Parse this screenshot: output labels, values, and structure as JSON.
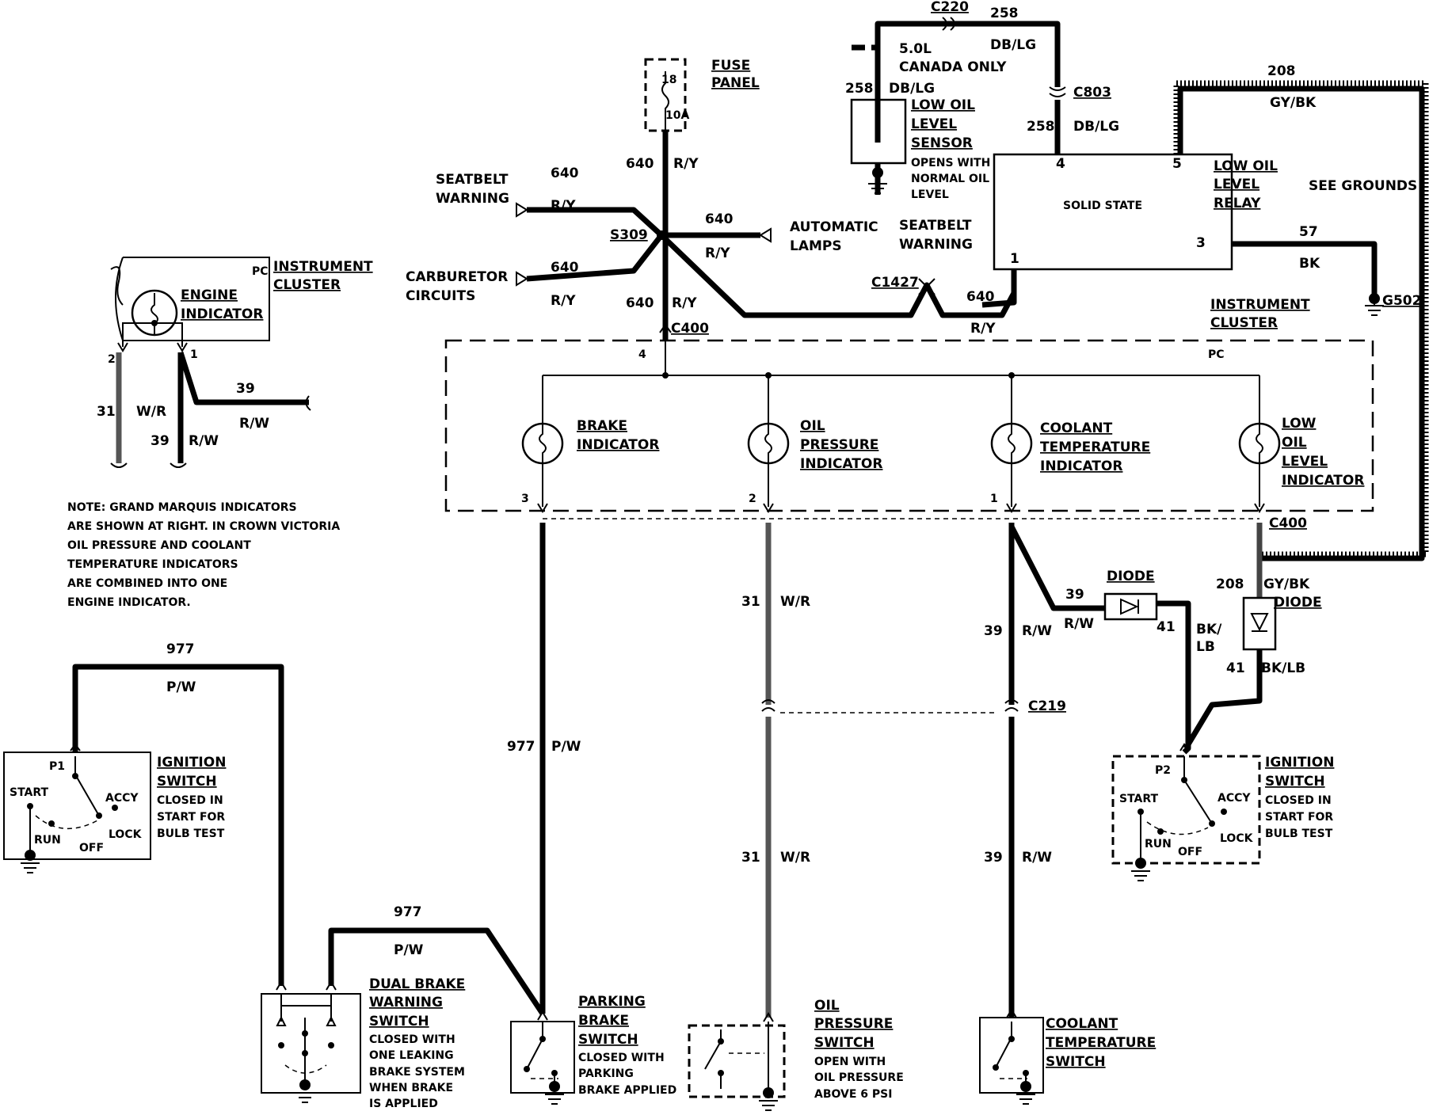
{
  "labels": {
    "c220": "C220",
    "w258_top": "258",
    "dblg_top": "DB/LG",
    "canada_1": "5.0L",
    "canada_2": "CANADA ONLY",
    "w258_sensor": "258",
    "dblg_sensor": "DB/LG",
    "sensor_1": "LOW OIL",
    "sensor_2": "LEVEL",
    "sensor_3": "SENSOR",
    "sensor_note_1": "OPENS WITH",
    "sensor_note_2": "NORMAL OIL",
    "sensor_note_3": "LEVEL",
    "c803": "C803",
    "w258_relay": "258",
    "dblg_relay": "DB/LG",
    "w208_top": "208",
    "gybk_top": "GY/BK",
    "fuse_18": "18",
    "fuse_10a": "10A",
    "fuse_panel_1": "FUSE",
    "fuse_panel_2": "PANEL",
    "seatbelt_left_1": "SEATBELT",
    "seatbelt_left_2": "WARNING",
    "w640_sb": "640",
    "ry_sb": "R/Y",
    "w640_up": "640",
    "ry_up": "R/Y",
    "s309": "S309",
    "w640_auto": "640",
    "ry_auto": "R/Y",
    "auto_lamps_1": "AUTOMATIC",
    "auto_lamps_2": "LAMPS",
    "seatbelt_right_1": "SEATBELT",
    "seatbelt_right_2": "WARNING",
    "carb_1": "CARBURETOR",
    "carb_2": "CIRCUITS",
    "w640_carb": "640",
    "ry_carb": "R/Y",
    "w640_down": "640",
    "ry_down": "R/Y",
    "c400_top": "C400",
    "c1427": "C1427",
    "w640_relay": "640",
    "ry_relay": "R/Y",
    "pin4": "4",
    "pin5": "5",
    "solid_state": "SOLID STATE",
    "pin1": "1",
    "pin3": "3",
    "relay_1": "LOW OIL",
    "relay_2": "LEVEL",
    "relay_3": "RELAY",
    "see_grounds": "SEE GROUNDS",
    "w57": "57",
    "bk": "BK",
    "g502": "G502",
    "ic_right_1": "INSTRUMENT",
    "ic_right_2": "CLUSTER",
    "pc_right": "PC",
    "pin4_cluster": "4",
    "brake_1": "BRAKE",
    "brake_2": "INDICATOR",
    "oilp_1": "OIL",
    "oilp_2": "PRESSURE",
    "oilp_3": "INDICATOR",
    "cool_1": "COOLANT",
    "cool_2": "TEMPERATURE",
    "cool_3": "INDICATOR",
    "low_1": "LOW",
    "low_2": "OIL",
    "low_3": "LEVEL",
    "low_4": "INDICATOR",
    "pin3_c": "3",
    "pin2_c": "2",
    "pin1_c": "1",
    "c400_right": "C400",
    "pc_left": "PC",
    "ic_left_1": "INSTRUMENT",
    "ic_left_2": "CLUSTER",
    "engine_1": "ENGINE",
    "engine_2": "INDICATOR",
    "pin2_l": "2",
    "pin1_l": "1",
    "w31_l": "31",
    "wr_l": "W/R",
    "w39_l": "39",
    "rw_l": "R/W",
    "w39_l2": "39",
    "rw_l2": "R/W",
    "note_1": "NOTE: GRAND MARQUIS INDICATORS",
    "note_2": "ARE SHOWN AT RIGHT. IN CROWN VICTORIA",
    "note_3": "OIL PRESSURE AND COOLANT",
    "note_4": "TEMPERATURE INDICATORS",
    "note_5": "ARE COMBINED INTO ONE",
    "note_6": "ENGINE INDICATOR.",
    "w977_top": "977",
    "pw_top": "P/W",
    "p1": "P1",
    "start_l": "START",
    "accy_l": "ACCY",
    "run_l": "RUN",
    "off_l": "OFF",
    "lock_l": "LOCK",
    "ign_l_1": "IGNITION",
    "ign_l_2": "SWITCH",
    "ign_l_3": "CLOSED IN",
    "ign_l_4": "START FOR",
    "ign_l_5": "BULB TEST",
    "w977_mid": "977",
    "pw_mid": "P/W",
    "w977_bot": "977",
    "pw_bot": "P/W",
    "dual_1": "DUAL BRAKE",
    "dual_2": "WARNING",
    "dual_3": "SWITCH",
    "dual_4": "CLOSED WITH",
    "dual_5": "ONE LEAKING",
    "dual_6": "BRAKE SYSTEM",
    "dual_7": "WHEN BRAKE",
    "dual_8": "IS APPLIED",
    "park_1": "PARKING",
    "park_2": "BRAKE",
    "park_3": "SWITCH",
    "park_4": "CLOSED WITH",
    "park_5": "PARKING",
    "park_6": "BRAKE APPLIED",
    "w31_a": "31",
    "wr_a": "W/R",
    "w31_b": "31",
    "wr_b": "W/R",
    "ops_1": "OIL",
    "ops_2": "PRESSURE",
    "ops_3": "SWITCH",
    "ops_4": "OPEN WITH",
    "ops_5": "OIL PRESSURE",
    "ops_6": "ABOVE 6 PSI",
    "w39_a": "39",
    "rw_a": "R/W",
    "w39_diode": "39",
    "rw_diode": "R/W",
    "diode_a": "DIODE",
    "w41_a": "41",
    "bklb_a_1": "BK/",
    "bklb_a_2": "LB",
    "w208_b": "208",
    "gybk_b": "GY/BK",
    "diode_b": "DIODE",
    "w41_b": "41",
    "bklb_b": "BK/LB",
    "c219": "C219",
    "w39_b": "39",
    "rw_b": "R/W",
    "cts_1": "COOLANT",
    "cts_2": "TEMPERATURE",
    "cts_3": "SWITCH",
    "p2": "P2",
    "start_r": "START",
    "accy_r": "ACCY",
    "run_r": "RUN",
    "off_r": "OFF",
    "lock_r": "LOCK",
    "ign_r_1": "IGNITION",
    "ign_r_2": "SWITCH",
    "ign_r_3": "CLOSED IN",
    "ign_r_4": "START FOR",
    "ign_r_5": "BULB TEST"
  }
}
